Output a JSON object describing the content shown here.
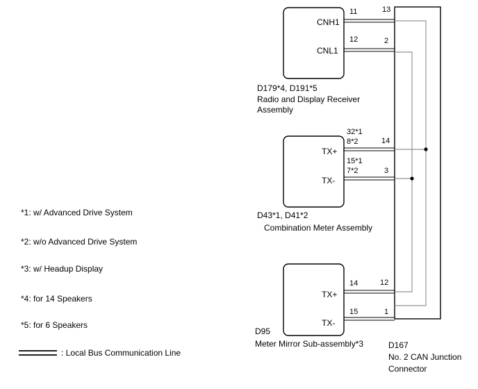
{
  "modules": [
    {
      "id": "radio",
      "code": "D179*4, D191*5",
      "name_lines": [
        "Radio and Display Receiver",
        "Assembly"
      ],
      "pins": [
        {
          "label": "CNH1",
          "num": "11",
          "conn_pin": "13"
        },
        {
          "label": "CNL1",
          "num": "12",
          "conn_pin": "2"
        }
      ]
    },
    {
      "id": "meter",
      "code": "D43*1, D41*2",
      "name_lines": [
        "Combination Meter Assembly"
      ],
      "pins": [
        {
          "label": "TX+",
          "num_lines": [
            "32*1",
            "8*2"
          ],
          "conn_pin": "14"
        },
        {
          "label": "TX-",
          "num_lines": [
            "15*1",
            "7*2"
          ],
          "conn_pin": "3"
        }
      ]
    },
    {
      "id": "mirror",
      "code": "D95",
      "name_lines": [
        "Meter Mirror Sub-assembly*3"
      ],
      "pins": [
        {
          "label": "TX+",
          "num": "14",
          "conn_pin": "12"
        },
        {
          "label": "TX-",
          "num": "15",
          "conn_pin": "1"
        }
      ]
    }
  ],
  "connector": {
    "code": "D167",
    "name_lines": [
      "No. 2 CAN Junction",
      "Connector"
    ]
  },
  "notes": [
    "*1: w/ Advanced Drive System",
    "*2: w/o Advanced Drive System",
    "*3: w/ Headup Display",
    "*4: for 14 Speakers",
    "*5: for 6 Speakers"
  ],
  "legend": {
    "text": ": Local Bus Communication Line"
  }
}
